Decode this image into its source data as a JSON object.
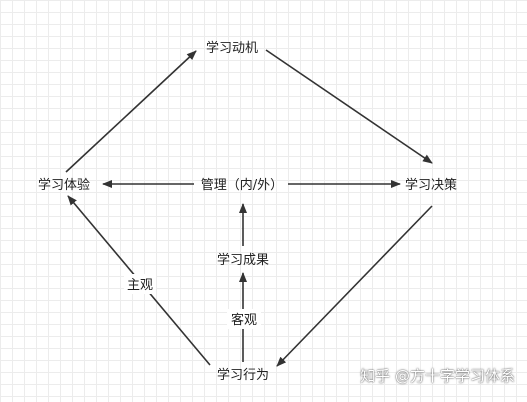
{
  "nodes": {
    "motivation": "学习动机",
    "decision": "学习决策",
    "experience": "学习体验",
    "outcome": "学习成果",
    "behavior": "学习行为"
  },
  "edge_labels": {
    "management": "管理（内/外）",
    "subjective": "主观",
    "objective": "客观"
  },
  "watermark": "知乎 @方十字学习体系",
  "colors": {
    "line": "#333333"
  }
}
